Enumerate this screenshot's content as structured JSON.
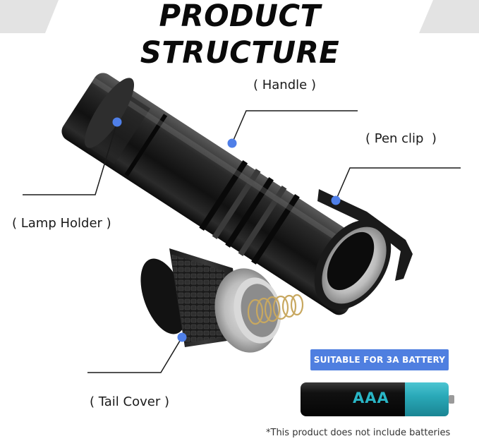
{
  "header": {
    "title": "PRODUCT STRUCTURE"
  },
  "callouts": [
    {
      "id": "handle",
      "label": "( Handle )"
    },
    {
      "id": "pen-clip",
      "label": "( Pen clip  )"
    },
    {
      "id": "lamp-holder",
      "label": "( Lamp Holder )"
    },
    {
      "id": "tail-cover",
      "label": "( Tail Cover )"
    }
  ],
  "battery": {
    "badge": "SUITABLE FOR 3A BATTERY",
    "type_label": "AAA",
    "footnote": "*This product does not include batteries"
  },
  "colors": {
    "dot": "#4f7fe8",
    "badge": "#4f7fe0",
    "battery_accent": "#29b6c6",
    "banner_grey": "#e3e3e3"
  }
}
